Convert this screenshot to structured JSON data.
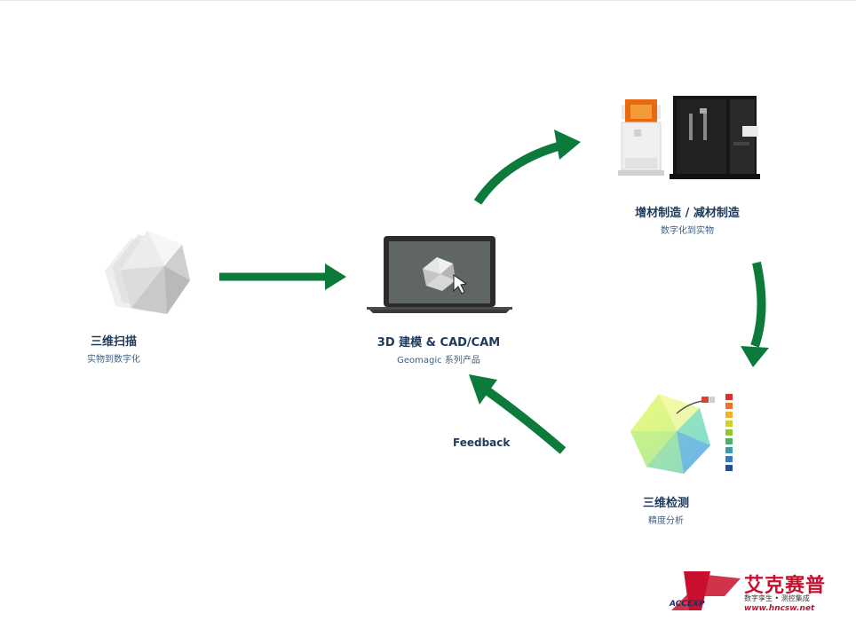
{
  "nodes": {
    "scan": {
      "title": "三维扫描",
      "subtitle": "实物到数字化"
    },
    "modeling": {
      "title": "3D 建模 & CAD/CAM",
      "subtitle": "Geomagic 系列产品"
    },
    "manufacturing": {
      "title": "增材制造 / 减材制造",
      "subtitle": "数字化到实物"
    },
    "inspection": {
      "title": "三维检测",
      "subtitle": "精度分析"
    }
  },
  "feedback_label": "Feedback",
  "logo": {
    "name_cn": "艾克赛普",
    "mark_text": "ACCEXP",
    "tagline": "数字孪生 • 测控集成",
    "url": "www.hncsw.net"
  },
  "colors": {
    "arrow_green": "#0b7a3a",
    "text_navy": "#1f3a5a",
    "brand_red": "#c8102e"
  },
  "icons": [
    "polyhedron-icon",
    "laptop-icon",
    "cursor-icon",
    "printer-icon",
    "cnc-machine-icon",
    "heatmap-polyhedron-icon",
    "color-scale-icon"
  ]
}
